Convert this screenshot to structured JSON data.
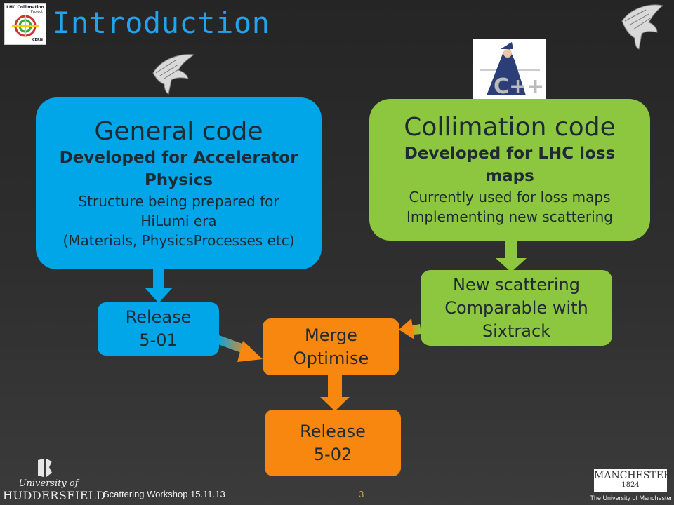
{
  "slide": {
    "title": "Introduction",
    "footer_text": "Scattering Workshop 15.11.13",
    "page_number": "3"
  },
  "logos": {
    "lhc": {
      "line1": "LHC Collimation",
      "line2": "Project",
      "line3": "CERN"
    },
    "huddersfield": {
      "line1": "University of",
      "line2": "HUDDERSFIELD"
    },
    "manchester": {
      "line1": "MANCHESTER",
      "line2": "1824",
      "line3": "The University of Manchester"
    },
    "cpp": {
      "label": "C++"
    }
  },
  "general_code": {
    "heading": "General code",
    "subheading": "Developed for Accelerator Physics",
    "line1": "Structure being prepared for",
    "line2": "HiLumi era",
    "line3": "(Materials, PhysicsProcesses etc)"
  },
  "collimation_code": {
    "heading": "Collimation code",
    "subheading": "Developed for LHC loss maps",
    "line1": "Currently used for loss maps",
    "line2": "Implementing new scattering"
  },
  "release_501": {
    "line1": "Release",
    "line2": "5-01"
  },
  "new_scattering": {
    "line1": "New scattering",
    "line2": "Comparable with",
    "line3": "Sixtrack"
  },
  "merge": {
    "line1": "Merge",
    "line2": "Optimise"
  },
  "release_502": {
    "line1": "Release",
    "line2": "5-02"
  },
  "colors": {
    "title": "#21a4ef",
    "blue": "#00a6e8",
    "green": "#8dc63f",
    "orange": "#f7870f"
  }
}
